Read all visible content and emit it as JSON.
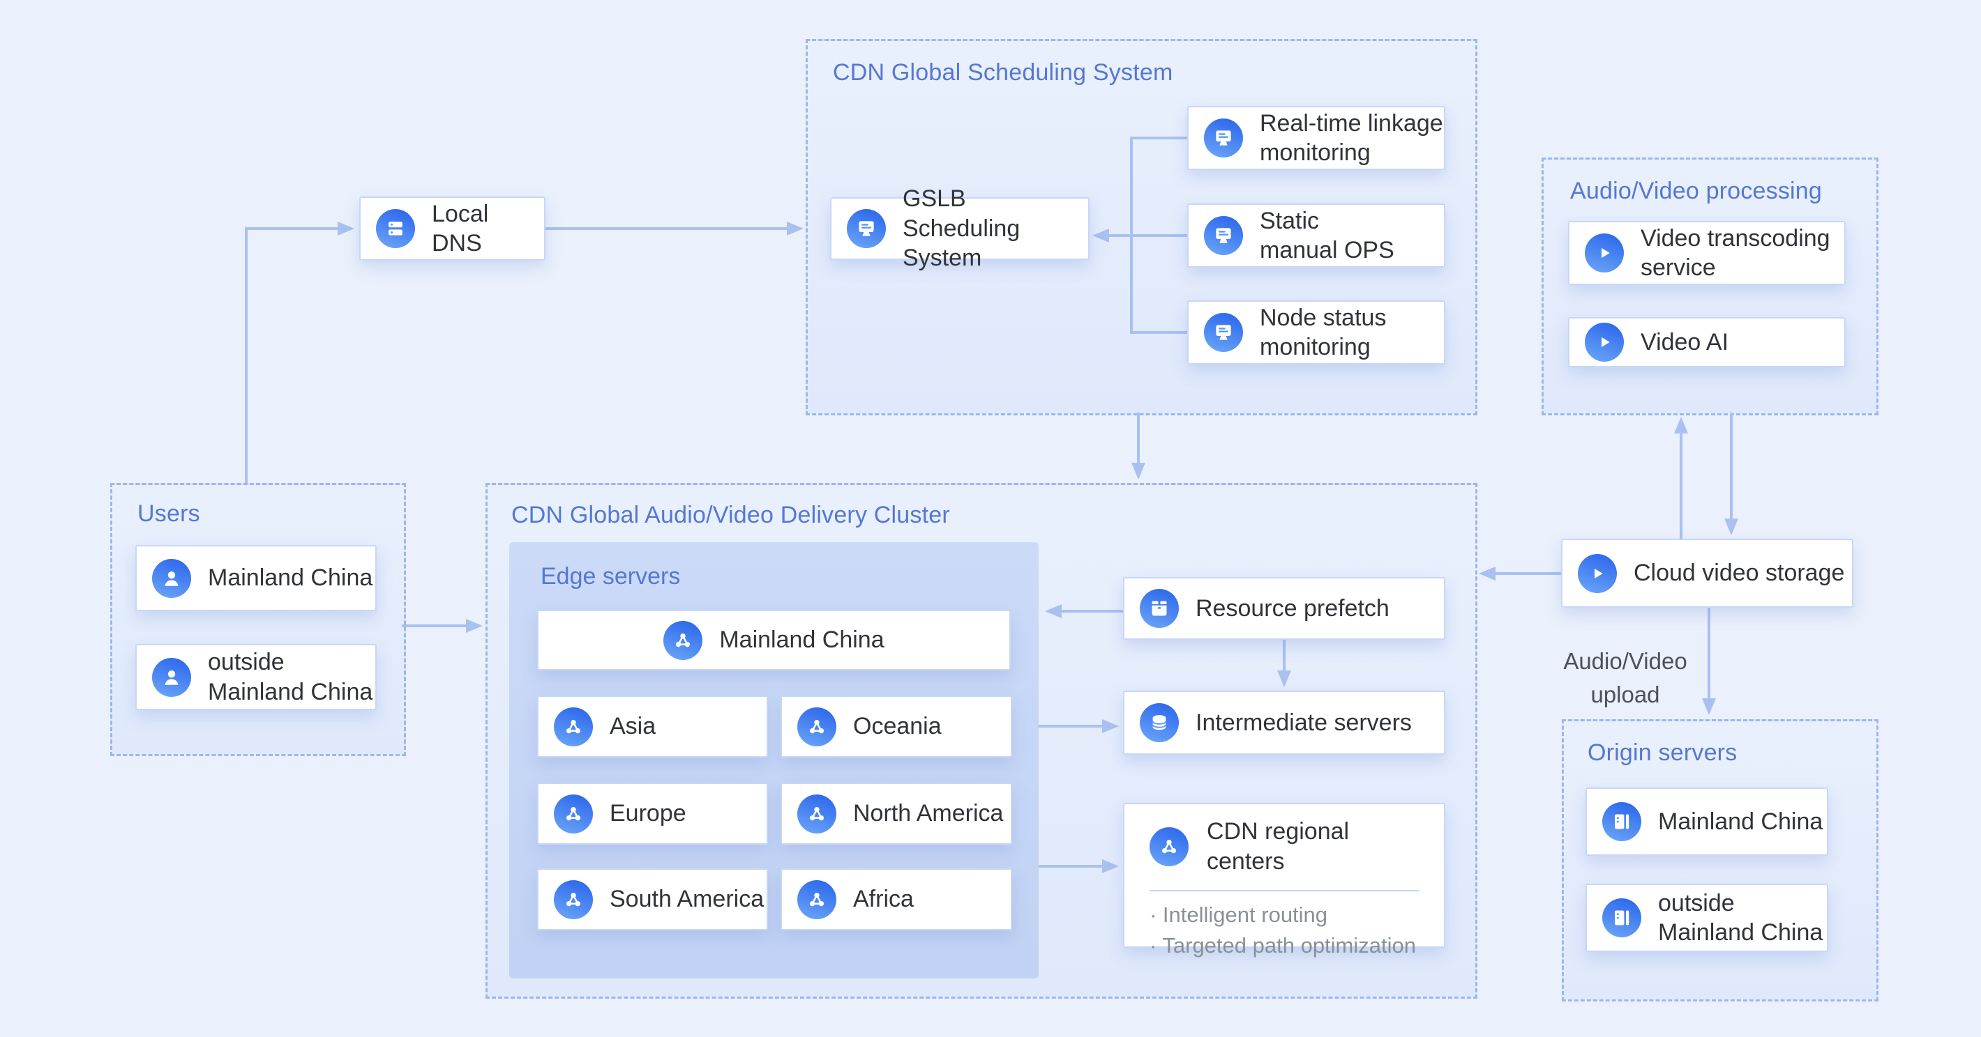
{
  "palette": {
    "background": "#EAF1FC",
    "accent_blue": "#5677D2",
    "arrow_color": "#A9C0F0",
    "icon_gradient_top": "#2B66EC",
    "icon_gradient_bottom": "#69A4F8",
    "dashed_border": "#9DB6EC",
    "label_color": "#303339",
    "muted_text": "#8A9099"
  },
  "groups": {
    "scheduling": {
      "title": "CDN Global Scheduling System"
    },
    "users": {
      "title": "Users"
    },
    "delivery": {
      "title": "CDN Global Audio/Video Delivery Cluster"
    },
    "av_processing": {
      "title": "Audio/Video processing"
    },
    "origin": {
      "title": "Origin servers"
    }
  },
  "edge": {
    "title": "Edge servers",
    "regions": [
      "Mainland China",
      "Asia",
      "Oceania",
      "Europe",
      "North America",
      "South America",
      "Africa"
    ]
  },
  "nodes": {
    "local_dns": {
      "label": "Local DNS",
      "icon": "server-stack"
    },
    "gslb": {
      "label": "GSLB Scheduling\nSystem",
      "icon": "monitor"
    },
    "realtime_monitoring": {
      "label": "Real-time linkage\nmonitoring",
      "icon": "monitor"
    },
    "static_ops": {
      "label": "Static\nmanual OPS",
      "icon": "monitor"
    },
    "node_status": {
      "label": "Node status\nmonitoring",
      "icon": "monitor"
    },
    "video_transcoding": {
      "label": "Video transcoding\nservice",
      "icon": "play"
    },
    "video_ai": {
      "label": "Video AI",
      "icon": "play"
    },
    "cloud_storage": {
      "label": "Cloud video storage",
      "icon": "play"
    },
    "resource_prefetch": {
      "label": "Resource prefetch",
      "icon": "package"
    },
    "intermediate_servers": {
      "label": "Intermediate servers",
      "icon": "database"
    },
    "regional_centers": {
      "label": "CDN regional centers",
      "icon": "network-node",
      "bullets": [
        "· Intelligent routing",
        "· Targeted path optimization"
      ]
    },
    "users_mainland": {
      "label": "Mainland China",
      "icon": "user"
    },
    "users_outside": {
      "label": "outside\nMainland China",
      "icon": "user"
    },
    "origin_mainland": {
      "label": "Mainland China",
      "icon": "server-cabinet"
    },
    "origin_outside": {
      "label": "outside\nMainland China",
      "icon": "server-cabinet"
    }
  },
  "labels": {
    "upload": "Audio/Video\nupload"
  }
}
